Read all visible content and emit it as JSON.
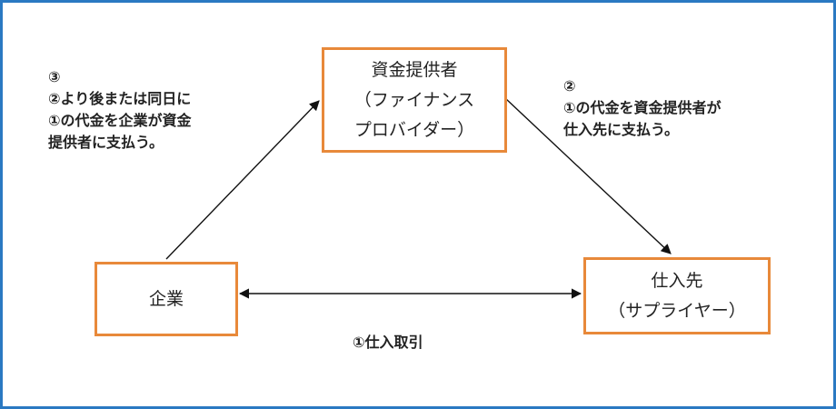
{
  "nodes": {
    "provider": {
      "lines": [
        "資金提供者",
        "（ファイナンス",
        "プロバイダー）"
      ]
    },
    "company": {
      "lines": [
        "企業"
      ]
    },
    "supplier": {
      "lines": [
        "仕入先",
        "（サプライヤー）"
      ]
    }
  },
  "notes": {
    "left": {
      "lines": [
        "③",
        "②より後または同日に",
        "①の代金を企業が資金",
        "提供者に支払う。"
      ]
    },
    "right": {
      "lines": [
        "②",
        "①の代金を資金提供者が",
        "仕入先に支払う。"
      ]
    },
    "trade": {
      "label": "①仕入取引"
    }
  },
  "colors": {
    "frame_border": "#2b79c2",
    "node_border": "#e8893a",
    "arrow": "#111111",
    "text": "#222222"
  }
}
